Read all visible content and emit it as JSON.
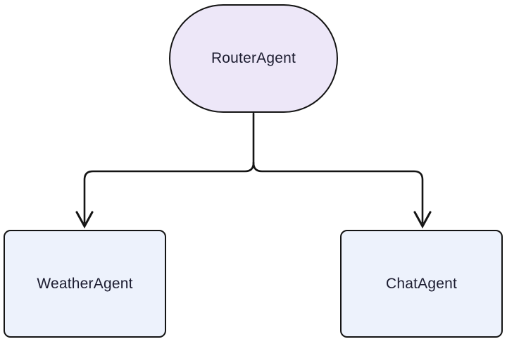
{
  "diagram": {
    "type": "flowchart",
    "direction": "top-down",
    "nodes": {
      "router": {
        "label": "RouterAgent",
        "shape": "stadium"
      },
      "weather": {
        "label": "WeatherAgent",
        "shape": "rounded-rect"
      },
      "chat": {
        "label": "ChatAgent",
        "shape": "rounded-rect"
      }
    },
    "edges": [
      {
        "from": "router",
        "to": "weather",
        "arrow": "down"
      },
      {
        "from": "router",
        "to": "chat",
        "arrow": "down"
      }
    ],
    "colors": {
      "router_fill": "#ede7f8",
      "leaf_fill": "#edf2fc",
      "border": "#141414",
      "text": "#1c1c30",
      "bg": "#ffffff"
    }
  }
}
